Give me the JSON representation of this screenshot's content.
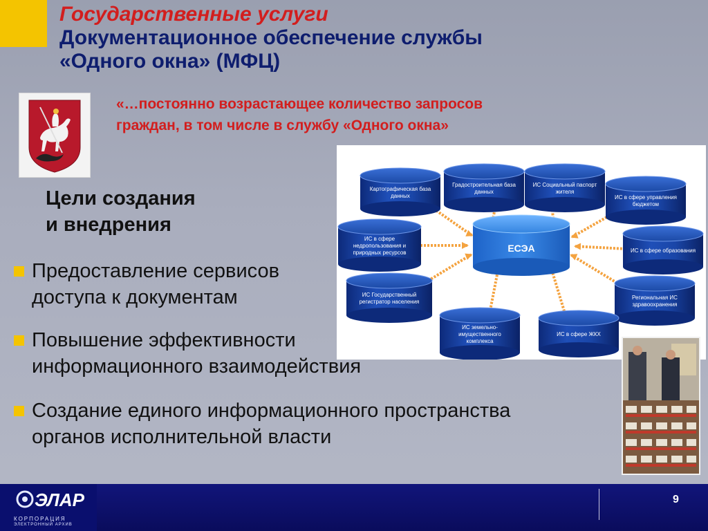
{
  "title": {
    "line1": "Государственные услуги",
    "line2": "Документационное обеспечение службы",
    "line3": "«Одного окна» (МФЦ)"
  },
  "quote": {
    "line1": "«…постоянно возрастающее  количество запросов",
    "line2": "граждан, в том числе в службу «Одного окна»"
  },
  "goals": {
    "title_line1": "Цели создания",
    "title_line2": "и внедрения",
    "items": [
      {
        "line1": "Предоставление сервисов",
        "line2": "доступа к документам"
      },
      {
        "line1": "Повышение эффективности",
        "line2": "информационного взаимодействия"
      },
      {
        "line1": "Создание единого информационного пространства",
        "line2": "органов исполнительной власти"
      }
    ]
  },
  "diagram": {
    "center": "ЕСЭА",
    "nodes": [
      {
        "lines": [
          "Градостроительная база",
          "данных"
        ]
      },
      {
        "lines": [
          "ИС Социальный паспорт",
          "жителя"
        ]
      },
      {
        "lines": [
          "ИС в сфере управления",
          "бюджетом"
        ]
      },
      {
        "lines": [
          "ИС в сфере образования"
        ]
      },
      {
        "lines": [
          "Региональная ИС",
          "здравоохранения"
        ]
      },
      {
        "lines": [
          "ИС в сфере  ЖКХ"
        ]
      },
      {
        "lines": [
          "ИС земельно-",
          "имущественного",
          "комплекса"
        ]
      },
      {
        "lines": [
          "ИС Государственный",
          "регистратор населения"
        ]
      },
      {
        "lines": [
          "ИС в сфере",
          "недропользования   и",
          "природных  ресурсов"
        ]
      },
      {
        "lines": [
          "Картографическая база",
          "данных"
        ]
      }
    ]
  },
  "footer": {
    "logo": "ЭЛАР",
    "logo_sub1": "КОРПОРАЦИЯ",
    "logo_sub2": "ЭЛЕКТРОННЫЙ АРХИВ",
    "page_number": "9"
  }
}
